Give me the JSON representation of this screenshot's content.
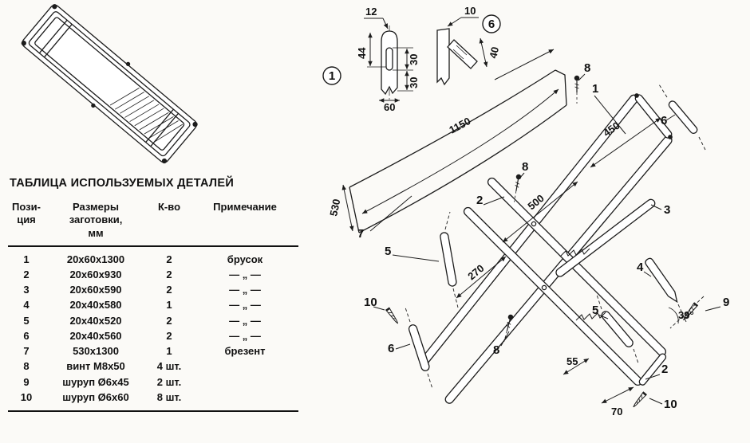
{
  "table": {
    "title": "ТАБЛИЦА ИСПОЛЬЗУЕМЫХ ДЕТАЛЕЙ",
    "col_pos": [
      "Пози-",
      "ция"
    ],
    "col_size": [
      "Размеры",
      "заготовки,",
      "мм"
    ],
    "col_qty": "К-во",
    "col_note": "Примечание",
    "rows": [
      {
        "pos": "1",
        "size": "20х60х1300",
        "qty": "2",
        "note": "брусок"
      },
      {
        "pos": "2",
        "size": "20х60х930",
        "qty": "2",
        "note": "— „ —"
      },
      {
        "pos": "3",
        "size": "20х60х590",
        "qty": "2",
        "note": "— „ —"
      },
      {
        "pos": "4",
        "size": "20х40х580",
        "qty": "1",
        "note": "— „ —"
      },
      {
        "pos": "5",
        "size": "20х40х520",
        "qty": "2",
        "note": "— „ —"
      },
      {
        "pos": "6",
        "size": "20х40х560",
        "qty": "2",
        "note": "— „ —"
      },
      {
        "pos": "7",
        "size": "530х1300",
        "qty": "1",
        "note": "брезент"
      },
      {
        "pos": "8",
        "size": "винт М8х50",
        "qty": "4 шт.",
        "note": ""
      },
      {
        "pos": "9",
        "size": "шуруп Ø6х45",
        "qty": "2 шт.",
        "note": ""
      },
      {
        "pos": "10",
        "size": "шуруп Ø6х60",
        "qty": "8 шт.",
        "note": ""
      }
    ]
  },
  "diagram": {
    "callout_1_circle": "1",
    "callout_6_circle": "6",
    "d1": {
      "dim_top": "12",
      "dim_left": "44",
      "dim_slot": "30",
      "dim_lower": "30",
      "dim_bottom": "60"
    },
    "d6": {
      "dim_width": "10",
      "dim_length": "40"
    },
    "asm": {
      "dim_canvas_length": "1150",
      "dim_canvas_width": "530",
      "dim_450": "450",
      "dim_500": "500",
      "dim_270": "270",
      "dim_55": "55",
      "dim_70": "70",
      "dim_angle": "39°",
      "p1": "1",
      "p2": "2",
      "p3": "3",
      "p4": "4",
      "p5": "5",
      "p6": "6",
      "p7": "7",
      "p8": "8",
      "p9": "9",
      "p10": "10"
    }
  }
}
